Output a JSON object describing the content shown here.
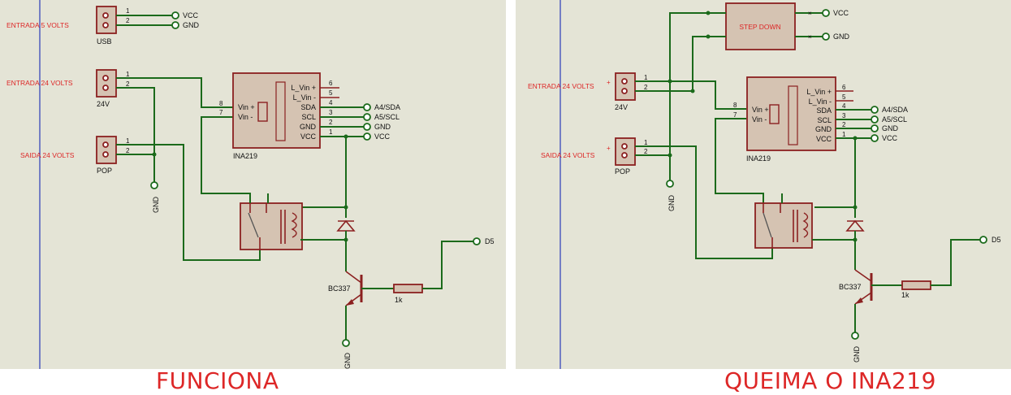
{
  "left": {
    "title": "FUNCIONA",
    "input_5v_label": "ENTRADA 5 VOLTS",
    "input_24v_label": "ENTRADA 24 VOLTS",
    "output_24v_label": "SAIDA 24 VOLTS",
    "usb_name": "USB",
    "j24_name": "24V",
    "pop_name": "POP",
    "usb_net_vcc": "VCC",
    "usb_net_gnd": "GND",
    "gnd_label_mid": "GND",
    "gnd_label_bottom": "GND",
    "ina_name": "INA219",
    "ina_vin_plus": "Vin +",
    "ina_vin_minus": "Vin -",
    "ina_pins": [
      "L_Vin +",
      "L_Vin -",
      "SDA",
      "SCL",
      "GND",
      "VCC"
    ],
    "ina_pin_numbers": [
      "6",
      "5",
      "4",
      "3",
      "2",
      "1"
    ],
    "ina_nets": [
      "A4/SDA",
      "A5/SCL",
      "GND",
      "VCC"
    ],
    "transistor_name": "BC337",
    "resistor_value": "1k",
    "d5_label": "D5"
  },
  "right": {
    "title": "QUEIMA O INA219",
    "input_24v_label": "ENTRADA 24 VOLTS",
    "output_24v_label": "SAIDA 24 VOLTS",
    "j24_name": "24V",
    "pop_name": "POP",
    "stepdown_label": "STEP DOWN",
    "stepdown_net_vcc": "VCC",
    "stepdown_net_gnd": "GND",
    "plus_sign": "+",
    "gnd_label_mid": "GND",
    "gnd_label_bottom": "GND",
    "ina_name": "INA219",
    "ina_vin_plus": "Vin +",
    "ina_vin_minus": "Vin -",
    "ina_pins": [
      "L_Vin +",
      "L_Vin -",
      "SDA",
      "SCL",
      "GND",
      "VCC"
    ],
    "ina_pin_numbers": [
      "6",
      "5",
      "4",
      "3",
      "2",
      "1"
    ],
    "ina_nets": [
      "A4/SDA",
      "A5/SCL",
      "GND",
      "VCC"
    ],
    "transistor_name": "BC337",
    "resistor_value": "1k",
    "d5_label": "D5"
  },
  "pin_numbers": {
    "one": "1",
    "two": "2",
    "seven": "7",
    "eight": "8"
  },
  "colors": {
    "wire": "#1b6a1b",
    "component": "#8b2020",
    "label_red": "#dd2727",
    "sheet": "#e4e4d6"
  }
}
